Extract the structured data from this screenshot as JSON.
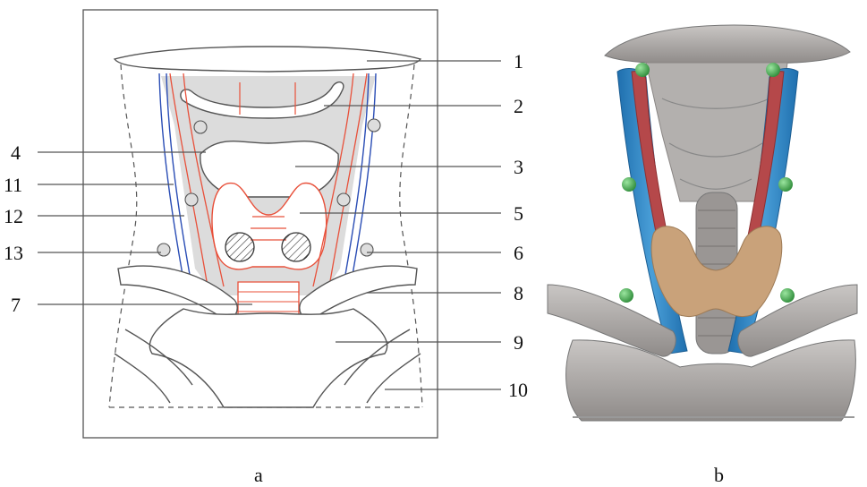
{
  "figure": {
    "panels": [
      {
        "id": "a",
        "caption": "a"
      },
      {
        "id": "b",
        "caption": "b"
      }
    ],
    "callouts_right": [
      "1",
      "2",
      "3",
      "5",
      "6",
      "8",
      "9",
      "10"
    ],
    "callouts_left": [
      "4",
      "11",
      "12",
      "13",
      "7"
    ],
    "colors": {
      "bone_outline": "#555555",
      "muscle_red": "#e8503a",
      "vessel_blue": "#2a4db5",
      "shade": "#dcdcdc",
      "model_bone": "#b3b0ae",
      "model_artery": "#b5484a",
      "model_vein": "#2f86c2",
      "model_gland": "#c9a27a",
      "model_marker": "#3da84a"
    }
  }
}
